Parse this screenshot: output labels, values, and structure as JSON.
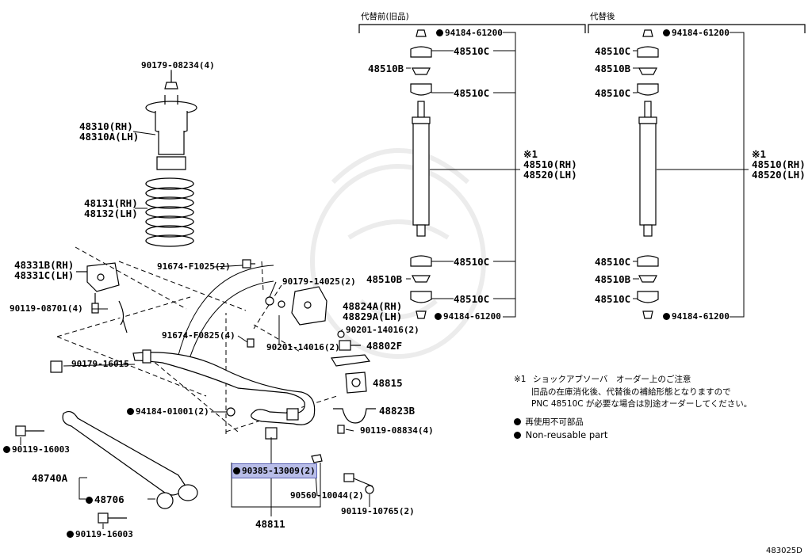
{
  "header": {
    "before": "代替前(旧品)",
    "after": "代替後"
  },
  "labels": {
    "bolt_top": "90179-08234(4)",
    "support_rh": "48310(RH)",
    "support_lh": "48310A(LH)",
    "spring_rh": "48131(RH)",
    "spring_lh": "48132(LH)",
    "bracket_rh": "48331B(RH)",
    "bracket_lh": "48331C(LH)",
    "bolt_90119_08701": "90119-08701(4)",
    "nut_90179_16015": "90179-16015",
    "bolt_91674_F1025": "91674-F1025(2)",
    "nut_90179_14025": "90179-14025(2)",
    "bracket2_rh": "48824A(RH)",
    "bracket2_lh": "48829A(LH)",
    "bolt_91674_F0825": "91674-F0825(4)",
    "washer_90201_14016_a": "90201-14016(2)",
    "washer_90201_14016_b": "90201-14016(2)",
    "link_48802F": "48802F",
    "bushing_48815": "48815",
    "clamp_48823B": "48823B",
    "nut_94184_01001": "94184-01001(2)",
    "bolt_90119_08834": "90119-08834(4)",
    "bolt_90119_16003_a": "90119-16003",
    "arm_48740A": "48740A",
    "bushing_48706": "48706",
    "bolt_90119_16003_b": "90119-16003",
    "highlight_part": "90385-13009(2)",
    "bolt_90560_10044": "90560-10044(2)",
    "bolt_90119_10765": "90119-10765(2)",
    "stabilizer_48811": "48811",
    "nut_94184_61200": "94184-61200",
    "cushion_48510C": "48510C",
    "retainer_48510B": "48510B",
    "absorber_mark": "※1",
    "absorber_rh": "48510(RH)",
    "absorber_lh": "48520(LH)"
  },
  "notes": {
    "mark": "※1",
    "line1": "ショックアブソーバ　オーダー上のご注意",
    "line2": "旧品の在庫消化後、代替後の補給形態となりますので",
    "line3": "PNC 48510C が必要な場合は別途オーダーしてください。",
    "legend_ja": "再使用不可部品",
    "legend_en": "Non-reusable part"
  },
  "diagram_id": "483025D"
}
